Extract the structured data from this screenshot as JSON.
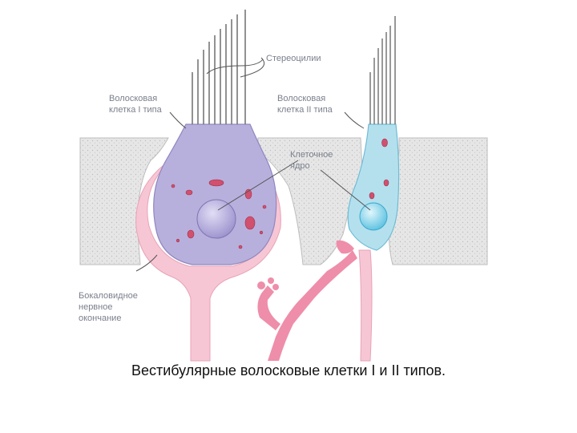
{
  "figure": {
    "labels": {
      "stereocilia": "Стереоцилии",
      "type1_line1": "Волосковая",
      "type1_line2": "клетка I типа",
      "type2_line1": "Волосковая",
      "type2_line2": "клетка II типа",
      "nucleus_line1": "Клеточное",
      "nucleus_line2": "ядро",
      "calyx_line1": "Бокаловидное",
      "calyx_line2": "нервное",
      "calyx_line3": "окончание"
    },
    "colors": {
      "type1_cell": "#b8b0dc",
      "type2_cell": "#b4e0ee",
      "nerve": "#f7c6d4",
      "nerve_fiber": "#ee8eaa",
      "organelles": "#d0506e",
      "support_tissue": "#e4e4e4"
    }
  },
  "caption": "Вестибулярные волосковые клетки I и II типов."
}
